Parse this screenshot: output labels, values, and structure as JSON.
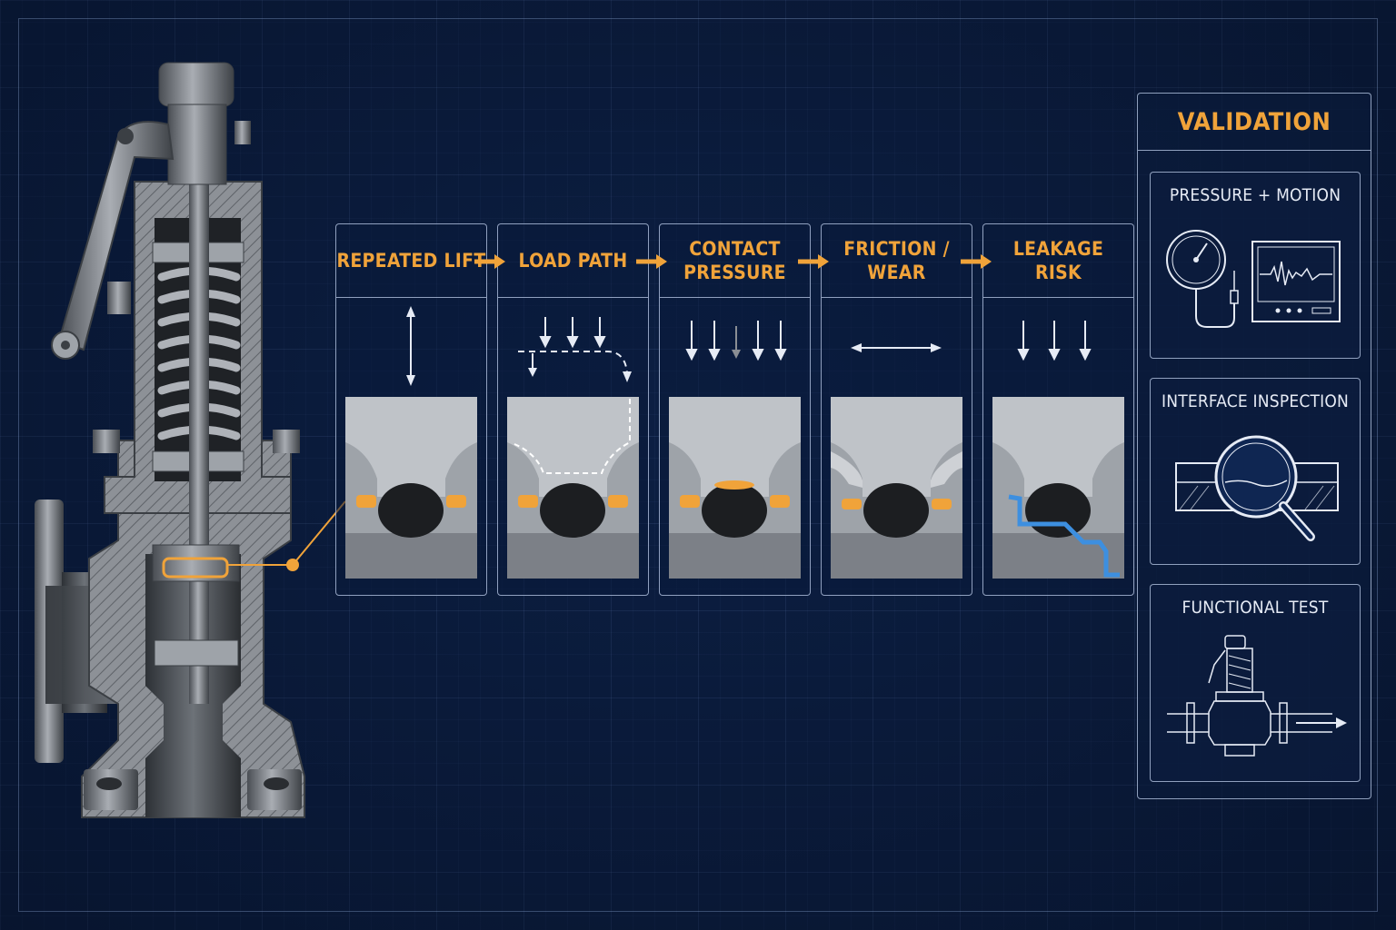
{
  "stages": [
    {
      "title": "REPEATED LIFT"
    },
    {
      "title": "LOAD PATH"
    },
    {
      "title": "CONTACT\nPRESSURE"
    },
    {
      "title": "FRICTION /\nWEAR"
    },
    {
      "title": "LEAKAGE\nRISK"
    }
  ],
  "validation": {
    "title": "VALIDATION",
    "cards": [
      {
        "title": "PRESSURE + MOTION",
        "icon": "pressure-gauge-and-oscilloscope-icon"
      },
      {
        "title": "INTERFACE INSPECTION",
        "icon": "magnifier-inspection-icon"
      },
      {
        "title": "FUNCTIONAL TEST",
        "icon": "valve-flow-test-icon"
      }
    ]
  },
  "colors": {
    "background": "#0c1f43",
    "accent_orange": "#f0a33a",
    "line": "#bec9e0",
    "leak_blue": "#3d8fe0",
    "steel": "#8a8e94"
  }
}
